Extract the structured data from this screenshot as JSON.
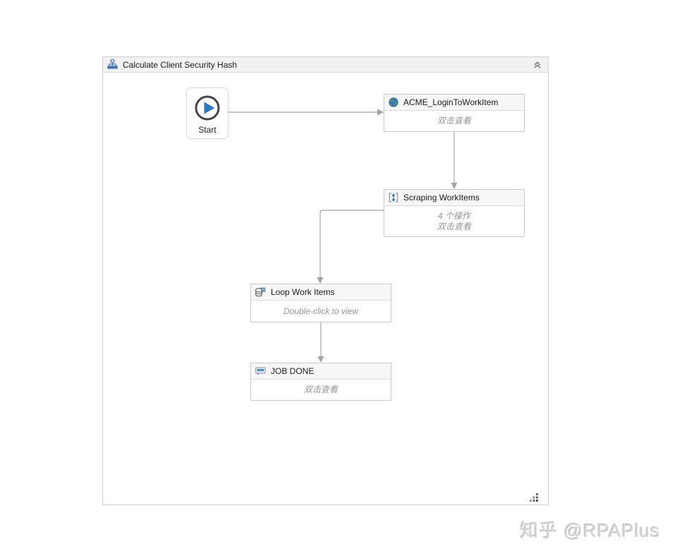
{
  "panel": {
    "title": "Calculate Client Security Hash"
  },
  "nodes": {
    "start": {
      "label": "Start"
    },
    "acme": {
      "title": "ACME_LoginToWorkItem",
      "body": "双击查看"
    },
    "scraping": {
      "title": "Scraping WorkItems",
      "body_line1": "4 个操作",
      "body_line2": "双击查看"
    },
    "loop": {
      "title": "Loop Work Items",
      "body": "Double-click to view"
    },
    "jobdone": {
      "title": "JOB DONE",
      "body": "双击查看"
    }
  },
  "connections": [
    {
      "from": "start",
      "to": "acme"
    },
    {
      "from": "acme",
      "to": "scraping"
    },
    {
      "from": "scraping",
      "to": "loop"
    },
    {
      "from": "loop",
      "to": "jobdone"
    }
  ],
  "icons": {
    "panel": "flowchart-icon",
    "collapse": "chevron-double-up-icon",
    "start": "play-icon",
    "acme": "globe-icon",
    "scraping": "sequence-icon",
    "loop": "database-table-icon",
    "jobdone": "message-icon",
    "resize": "resize-grip-icon"
  },
  "colors": {
    "accent_blue": "#2e79c5",
    "icon_blue": "#3c78b8",
    "connector": "#b2b2b2",
    "arrowhead": "#a3a3a3",
    "node_border": "#c9c9c9",
    "node_header_bg": "#f7f7f7",
    "panel_header_bg": "#f2f2f2",
    "italic_text": "#969696",
    "watermark_text": "#d2d2d2"
  },
  "watermark": "知乎 @RPAPlus"
}
